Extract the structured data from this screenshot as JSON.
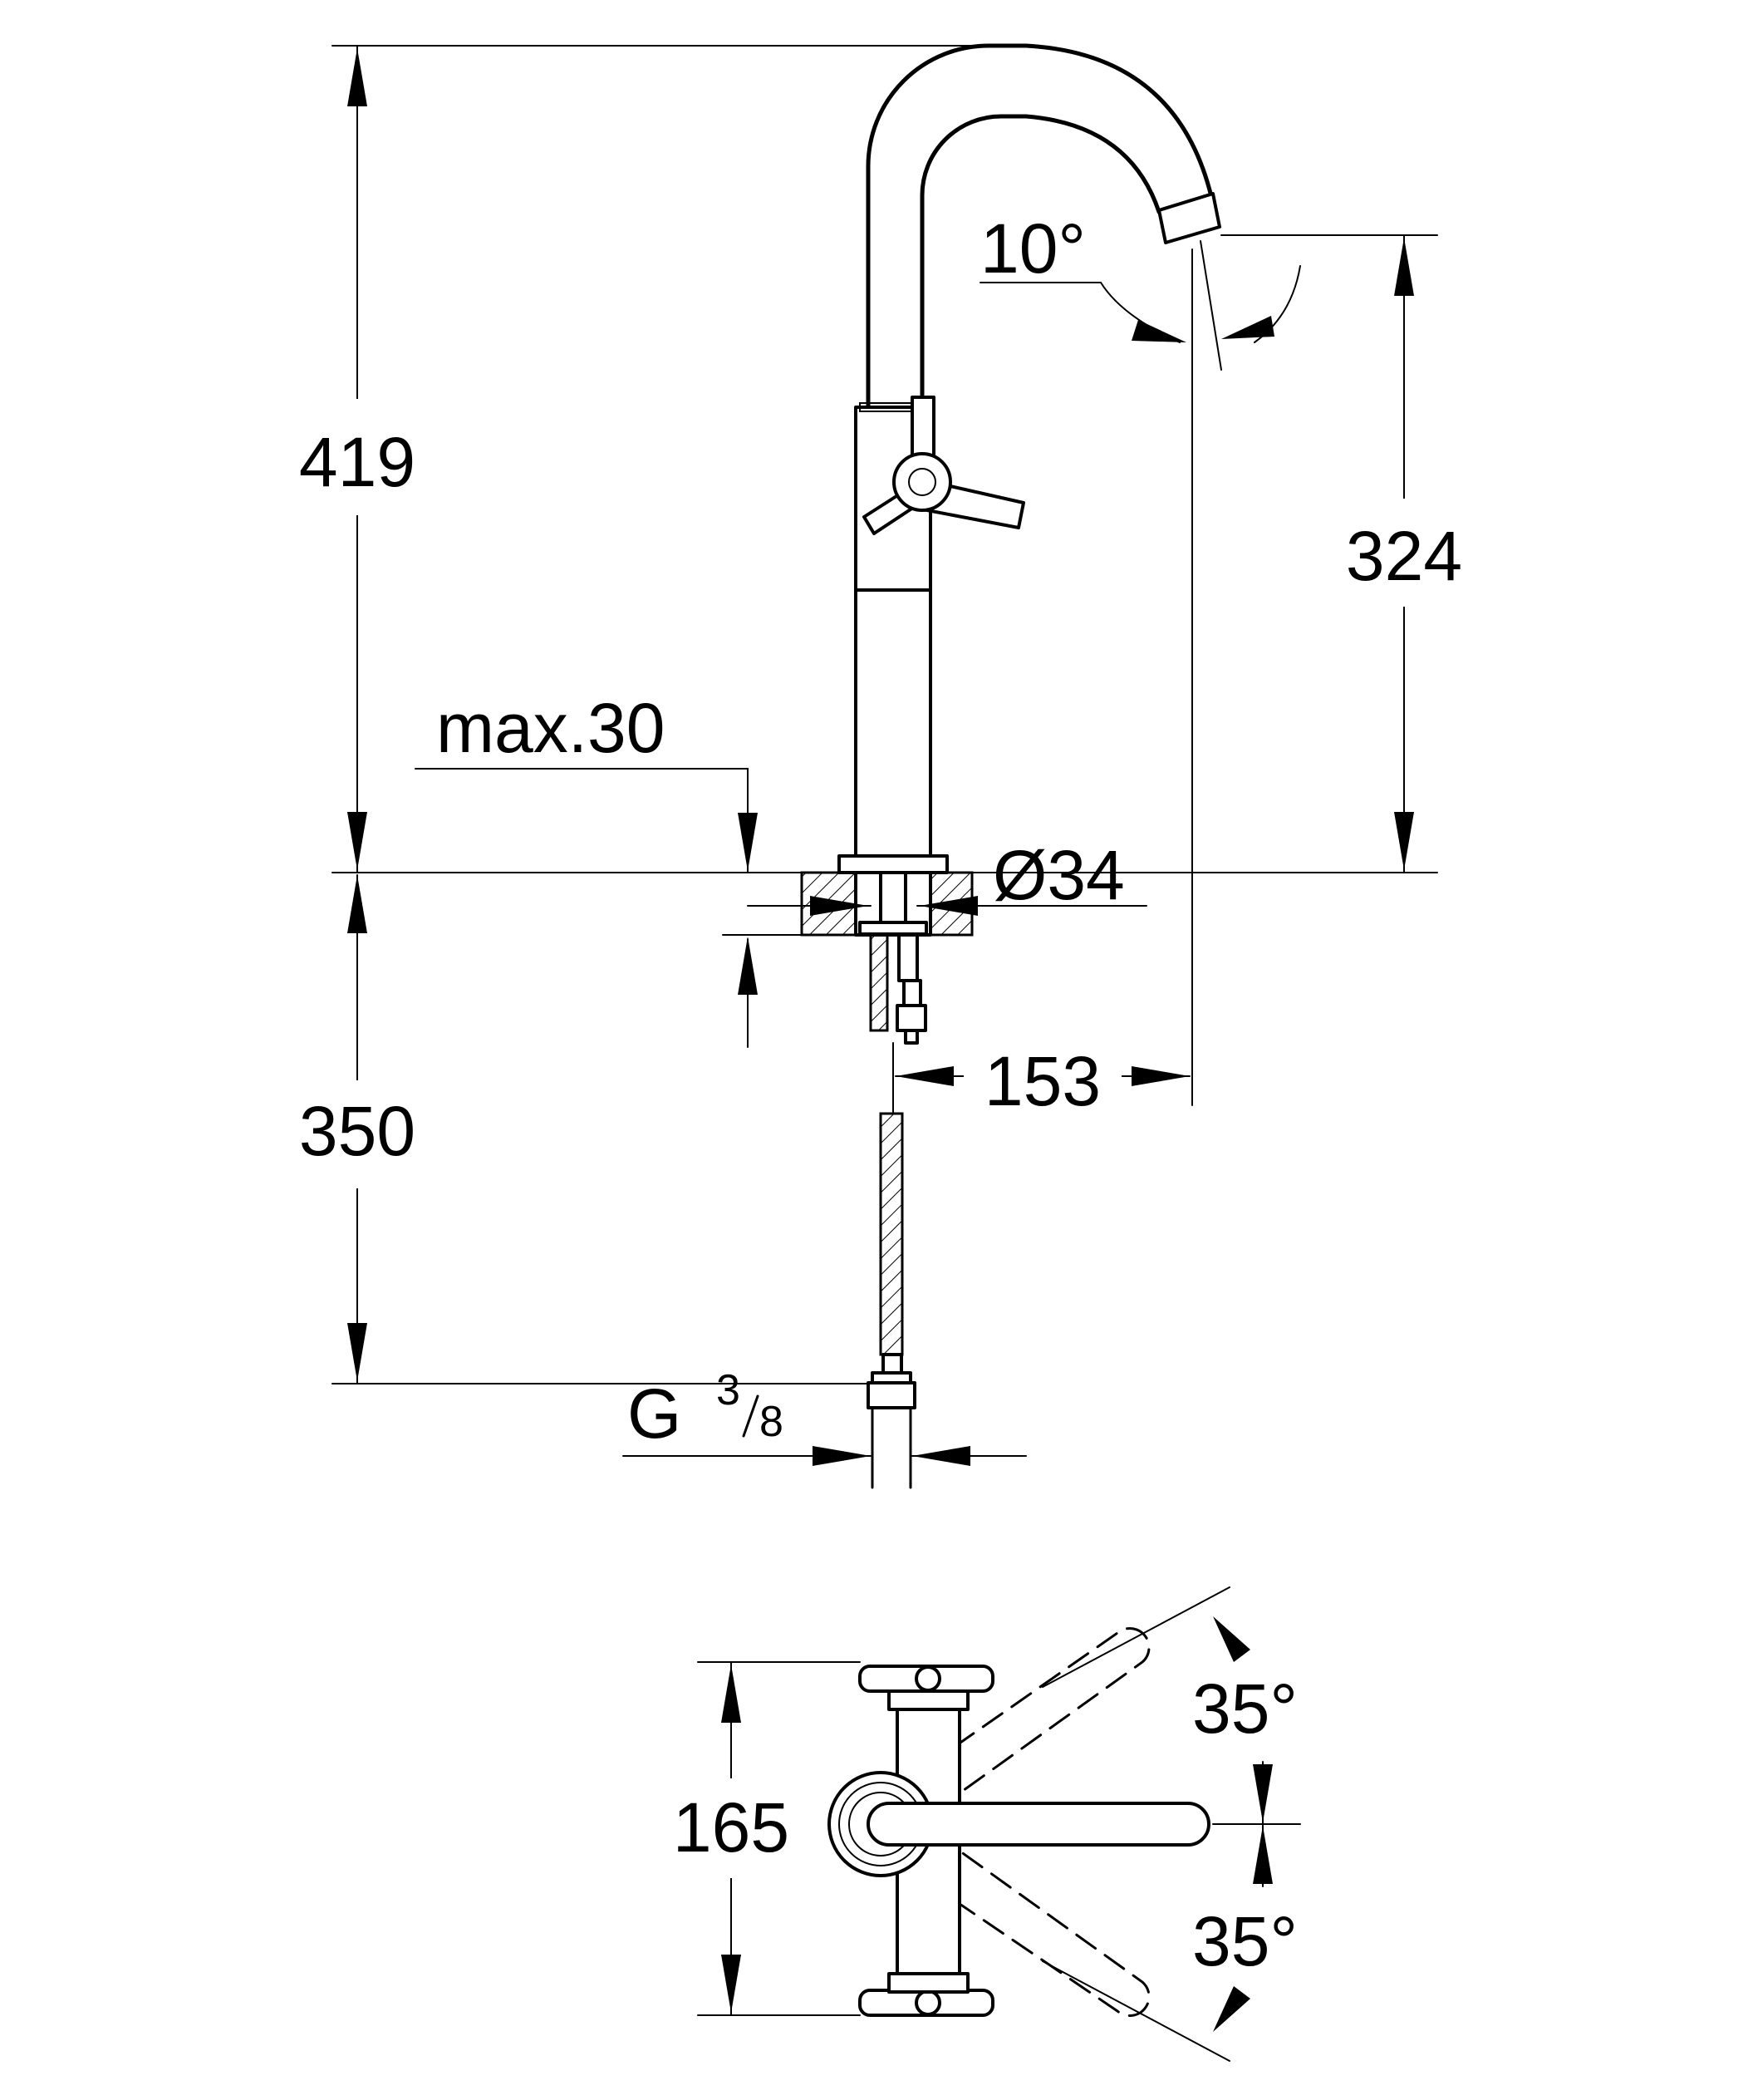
{
  "dimensions": {
    "total_height": "419",
    "spout_height": "324",
    "spout_angle": "10°",
    "max_thickness": "max.30",
    "diameter": "Ø34",
    "reach": "153",
    "hose_length": "350",
    "connection_g": "G",
    "connection_num": "3",
    "connection_den": "8",
    "handle_span": "165",
    "rotation_up": "35°",
    "rotation_down": "35°"
  }
}
